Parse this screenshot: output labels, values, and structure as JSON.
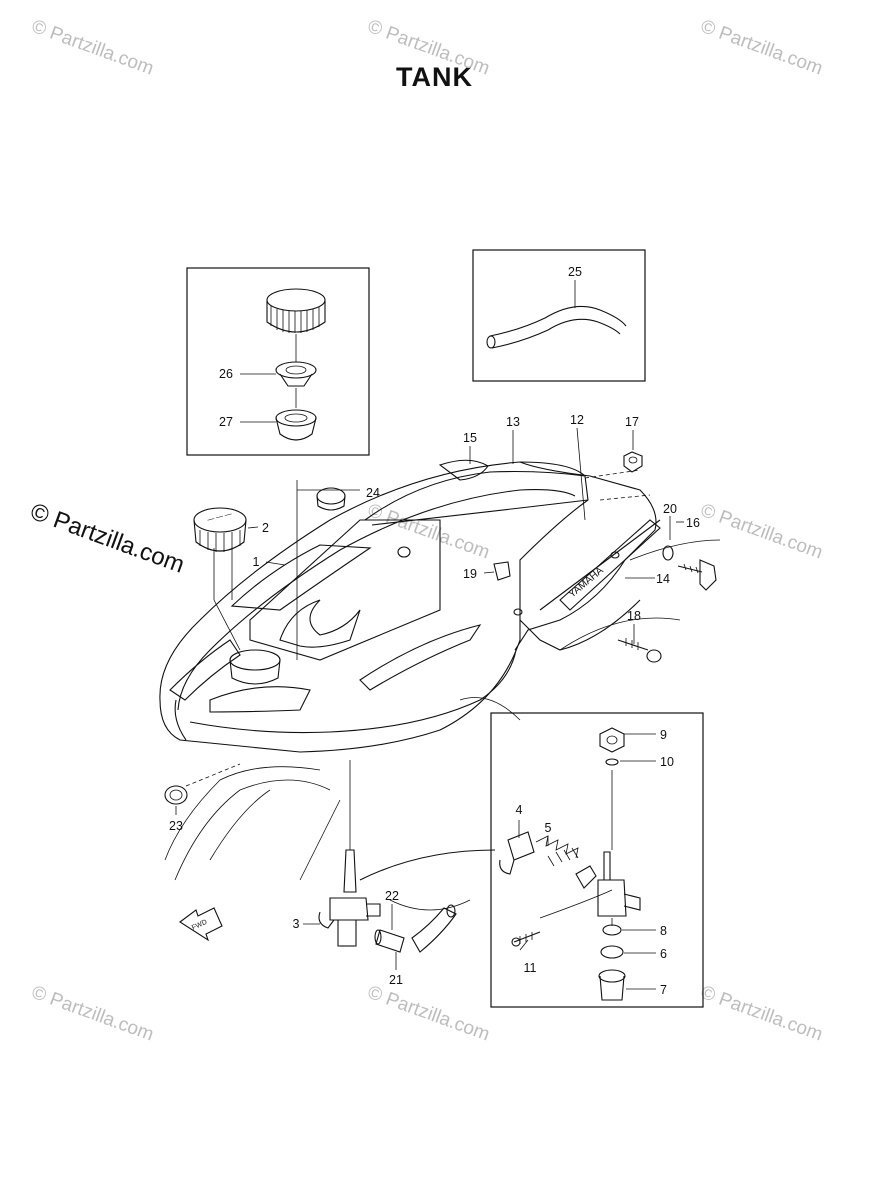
{
  "title": "TANK",
  "watermark": {
    "text": "© Partzilla.com",
    "main_text": "© Partzilla.com",
    "color": "#bdbdbd"
  },
  "fwd_label": "FWD",
  "brand_decal": "YAMAHA",
  "parts": [
    {
      "ref": "1"
    },
    {
      "ref": "2"
    },
    {
      "ref": "3"
    },
    {
      "ref": "4"
    },
    {
      "ref": "5"
    },
    {
      "ref": "6"
    },
    {
      "ref": "7"
    },
    {
      "ref": "8"
    },
    {
      "ref": "9"
    },
    {
      "ref": "10"
    },
    {
      "ref": "11"
    },
    {
      "ref": "12"
    },
    {
      "ref": "13"
    },
    {
      "ref": "14"
    },
    {
      "ref": "15"
    },
    {
      "ref": "16"
    },
    {
      "ref": "17"
    },
    {
      "ref": "18"
    },
    {
      "ref": "19"
    },
    {
      "ref": "20"
    },
    {
      "ref": "21"
    },
    {
      "ref": "22"
    },
    {
      "ref": "23"
    },
    {
      "ref": "24"
    },
    {
      "ref": "25"
    },
    {
      "ref": "26"
    },
    {
      "ref": "27"
    }
  ]
}
